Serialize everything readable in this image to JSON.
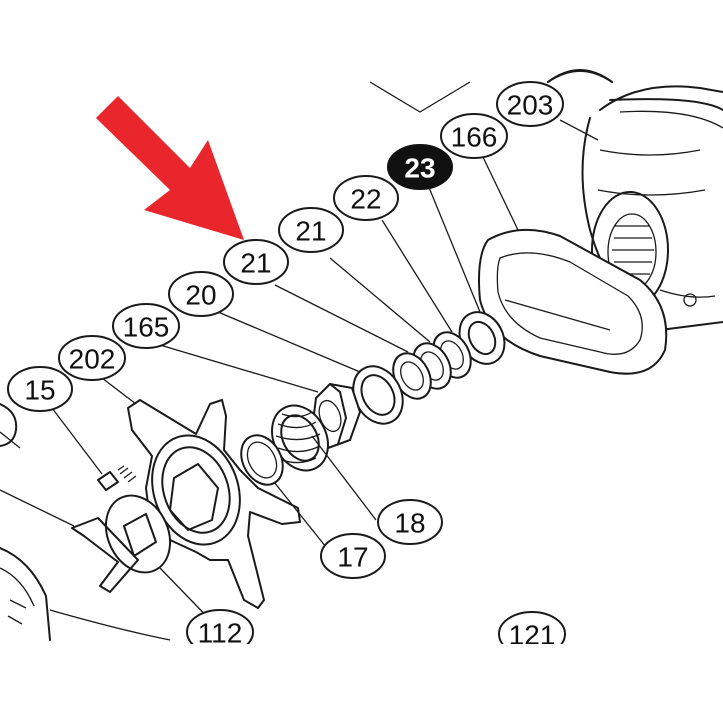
{
  "diagram": {
    "accent_color": "#e8262b",
    "callouts": [
      {
        "id": "c203",
        "text": "203",
        "highlight": false
      },
      {
        "id": "c166",
        "text": "166",
        "highlight": false
      },
      {
        "id": "c23",
        "text": "23",
        "highlight": true
      },
      {
        "id": "c22",
        "text": "22",
        "highlight": false
      },
      {
        "id": "c21a",
        "text": "21",
        "highlight": false
      },
      {
        "id": "c21b",
        "text": "21",
        "highlight": false
      },
      {
        "id": "c20",
        "text": "20",
        "highlight": false
      },
      {
        "id": "c165",
        "text": "165",
        "highlight": false
      },
      {
        "id": "c202",
        "text": "202",
        "highlight": false
      },
      {
        "id": "c15",
        "text": "15",
        "highlight": false
      },
      {
        "id": "c18",
        "text": "18",
        "highlight": false
      },
      {
        "id": "c17",
        "text": "17",
        "highlight": false
      },
      {
        "id": "c112",
        "text": "112",
        "highlight": false
      },
      {
        "id": "c121",
        "text": "121",
        "highlight": false
      }
    ],
    "pointer_icon": "red-arrow-icon"
  }
}
